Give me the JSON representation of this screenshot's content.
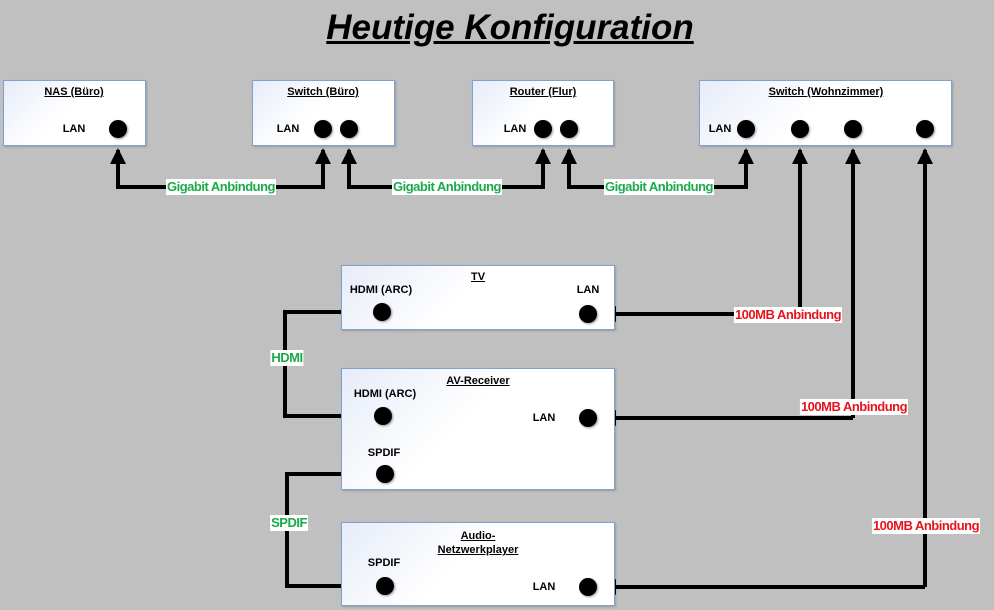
{
  "title": "Heutige Konfiguration",
  "colors": {
    "gigabit": "#1aaa4a",
    "fast": "#e8141b",
    "box_border": "#7ea2cf"
  },
  "devices": {
    "nas": {
      "name": "NAS (Büro)",
      "ports": [
        "LAN"
      ]
    },
    "switch_buero": {
      "name": "Switch (Büro)",
      "ports": [
        "LAN"
      ]
    },
    "router": {
      "name": "Router (Flur)",
      "ports": [
        "LAN"
      ]
    },
    "switch_wz": {
      "name": "Switch (Wohnzimmer)",
      "ports": [
        "LAN"
      ]
    },
    "tv": {
      "name": "TV",
      "ports": [
        "HDMI (ARC)",
        "LAN"
      ]
    },
    "avr": {
      "name": "AV-Receiver",
      "ports": [
        "HDMI (ARC)",
        "LAN",
        "SPDIF"
      ]
    },
    "player": {
      "name_line1": "Audio-",
      "name_line2": "Netzwerkplayer",
      "ports": [
        "SPDIF",
        "LAN"
      ]
    }
  },
  "links": {
    "gigabit": "Gigabit Anbindung",
    "fast": "100MB Anbindung",
    "hdmi": "HDMI",
    "spdif": "SPDIF"
  }
}
